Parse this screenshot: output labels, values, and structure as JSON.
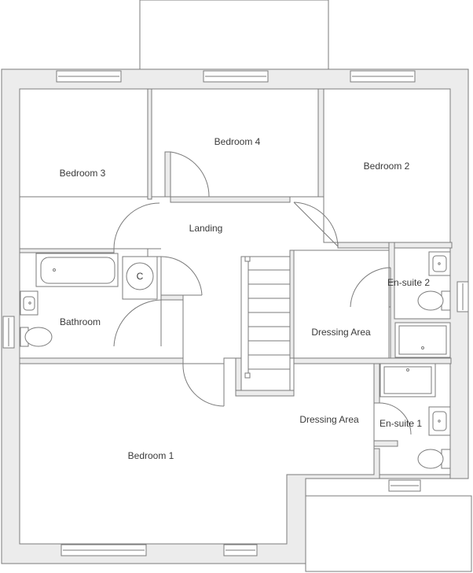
{
  "rooms": {
    "bedroom1": "Bedroom 1",
    "bedroom2": "Bedroom 2",
    "bedroom3": "Bedroom 3",
    "bedroom4": "Bedroom 4",
    "landing": "Landing",
    "bathroom": "Bathroom",
    "ensuite1": "En-suite 1",
    "ensuite2": "En-suite 2",
    "dressing_area_upper": "Dressing Area",
    "dressing_area_lower": "Dressing Area",
    "cupboard": "C"
  },
  "colors": {
    "wall_fill": "#ececec",
    "wall_stroke": "#7b7b7b",
    "text": "#3a3a3a"
  }
}
